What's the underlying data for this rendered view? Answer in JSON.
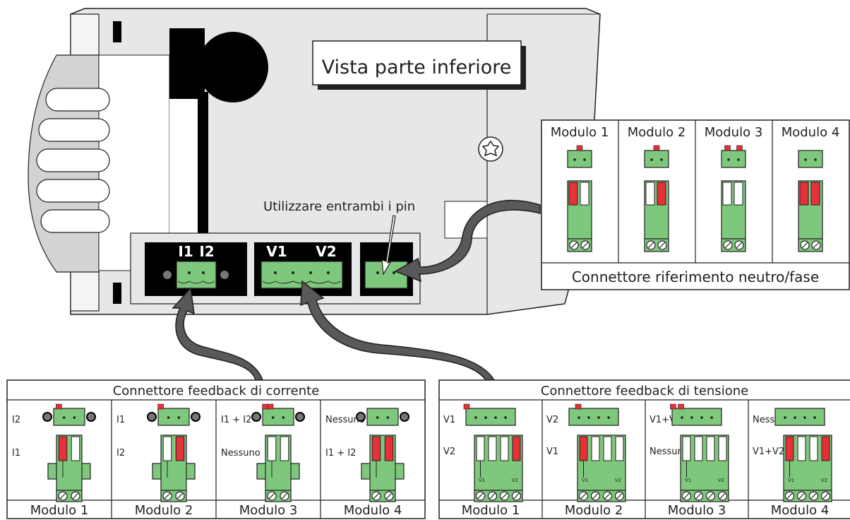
{
  "device": {
    "title": "Vista parte inferiore",
    "callout": "Utilizzare entrambi i pin",
    "terminal_labels": [
      "I1",
      "I2",
      "V1",
      "V2"
    ]
  },
  "neutral_panel": {
    "modules": [
      "Modulo 1",
      "Modulo 2",
      "Modulo 3",
      "Modulo 4"
    ],
    "caption": "Connettore riferimento neutro/fase"
  },
  "current_panel": {
    "title": "Connettore feedback di corrente",
    "cells": [
      {
        "top": "I2",
        "bottom": "I1",
        "module": "Modulo 1"
      },
      {
        "top": "I1",
        "bottom": "I2",
        "module": "Modulo 2"
      },
      {
        "top": "I1 + I2",
        "bottom": "Nessuno",
        "module": "Modulo 3"
      },
      {
        "top": "Nessuno",
        "bottom": "I1 + I2",
        "module": "Modulo 4"
      }
    ]
  },
  "voltage_panel": {
    "title": "Connettore feedback di tensione",
    "cells": [
      {
        "top": "V1",
        "bottom": "V2",
        "module": "Modulo 1"
      },
      {
        "top": "V2",
        "bottom": "V1",
        "module": "Modulo 2"
      },
      {
        "top": "V1+V2",
        "bottom": "Nessuno",
        "module": "Modulo 3"
      },
      {
        "top": "Nessuno",
        "bottom": "V1+V2",
        "module": "Modulo 4"
      }
    ],
    "pin_labels": [
      "V1",
      "V2"
    ]
  },
  "colors": {
    "connector_green": "#7ec87e",
    "key_red": "#e8303a",
    "panel_grey": "#e6e7e8",
    "outline": "#231f20"
  }
}
